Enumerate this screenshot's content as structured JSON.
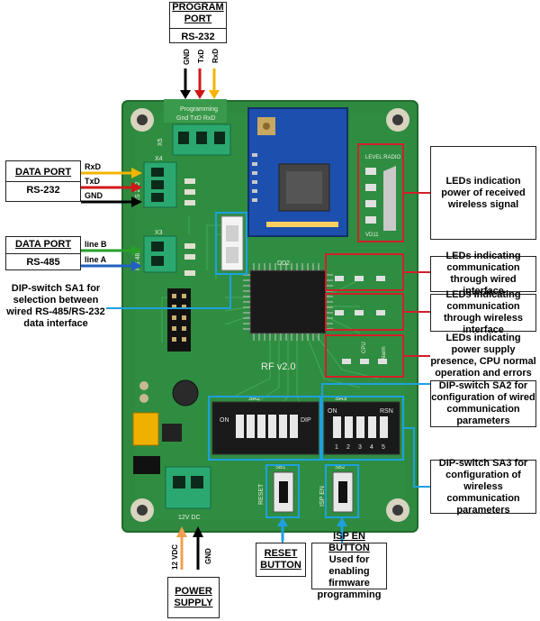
{
  "labels": {
    "program_port": {
      "title": "PROGRAM PORT",
      "sub": "RS-232"
    },
    "data_port_232": {
      "title": "DATA PORT",
      "sub": "RS-232"
    },
    "data_port_485": {
      "title": "DATA PORT",
      "sub": "RS-485"
    },
    "dip_sa1": "DIP-switch SA1 for selection between wired RS-485/RS-232 data interface",
    "power_supply": "POWER SUPPLY",
    "reset_button": "RESET BUTTON",
    "isp_title": "ISP EN BUTTON",
    "isp_desc": "Used for enabling firmware programming",
    "leds_radio": "LEDs indication power of received wireless signal",
    "leds_wired": "LEDs indicating communication through wired interface",
    "leds_wireless": "LEDs indicating communication through wireless interface",
    "leds_power": "LEDs indicating power supply presence, CPU normal operation and errors",
    "dip_sa2": "DIP-switch SA2 for configuration of wired communication parameters",
    "dip_sa3": "DIP-switch SA3 for configuration of wireless communication parameters"
  },
  "signals": {
    "gnd": "GND",
    "txd": "TxD",
    "rxd": "RxD",
    "line_b": "line B",
    "line_a": "line A",
    "v12": "12 VDC",
    "pgnd": "GND"
  },
  "board": {
    "programming": "Programming",
    "prog_pins": "Gnd TxD RxD",
    "x3": "X3",
    "x4": "X4",
    "x5": "X5",
    "rs232": "RS 232",
    "rs485": "RS 485",
    "level_radio": "LEVEL RADIO",
    "rf_version": "RF v2.0",
    "dd2": "DD2",
    "on": "ON",
    "dip": "DIP",
    "rsn": "RSN",
    "reset": "RESET",
    "isp_en": "ISP EN",
    "v12dc": "12V DC",
    "sb1": "SB1",
    "sb2": "SB2",
    "sa2": "SA2",
    "sa3": "SA3",
    "rf_tag": "RF",
    "vd11": "VD11",
    "alarm": "Alarm",
    "cpu": "CPU",
    "dip_nums": [
      "1",
      "2",
      "3",
      "4",
      "5"
    ]
  },
  "colors": {
    "pcb": "#2f8a3f",
    "pcb_dark": "#1f6a2c",
    "connector": "#2aa870",
    "callout_red": "#d0202a",
    "callout_blue": "#1ea0e0",
    "arrow_yellow": "#f4b400",
    "arrow_red": "#d01818",
    "arrow_green": "#27a02a",
    "arrow_blue": "#2060c0",
    "arrow_orange": "#f0a050"
  }
}
